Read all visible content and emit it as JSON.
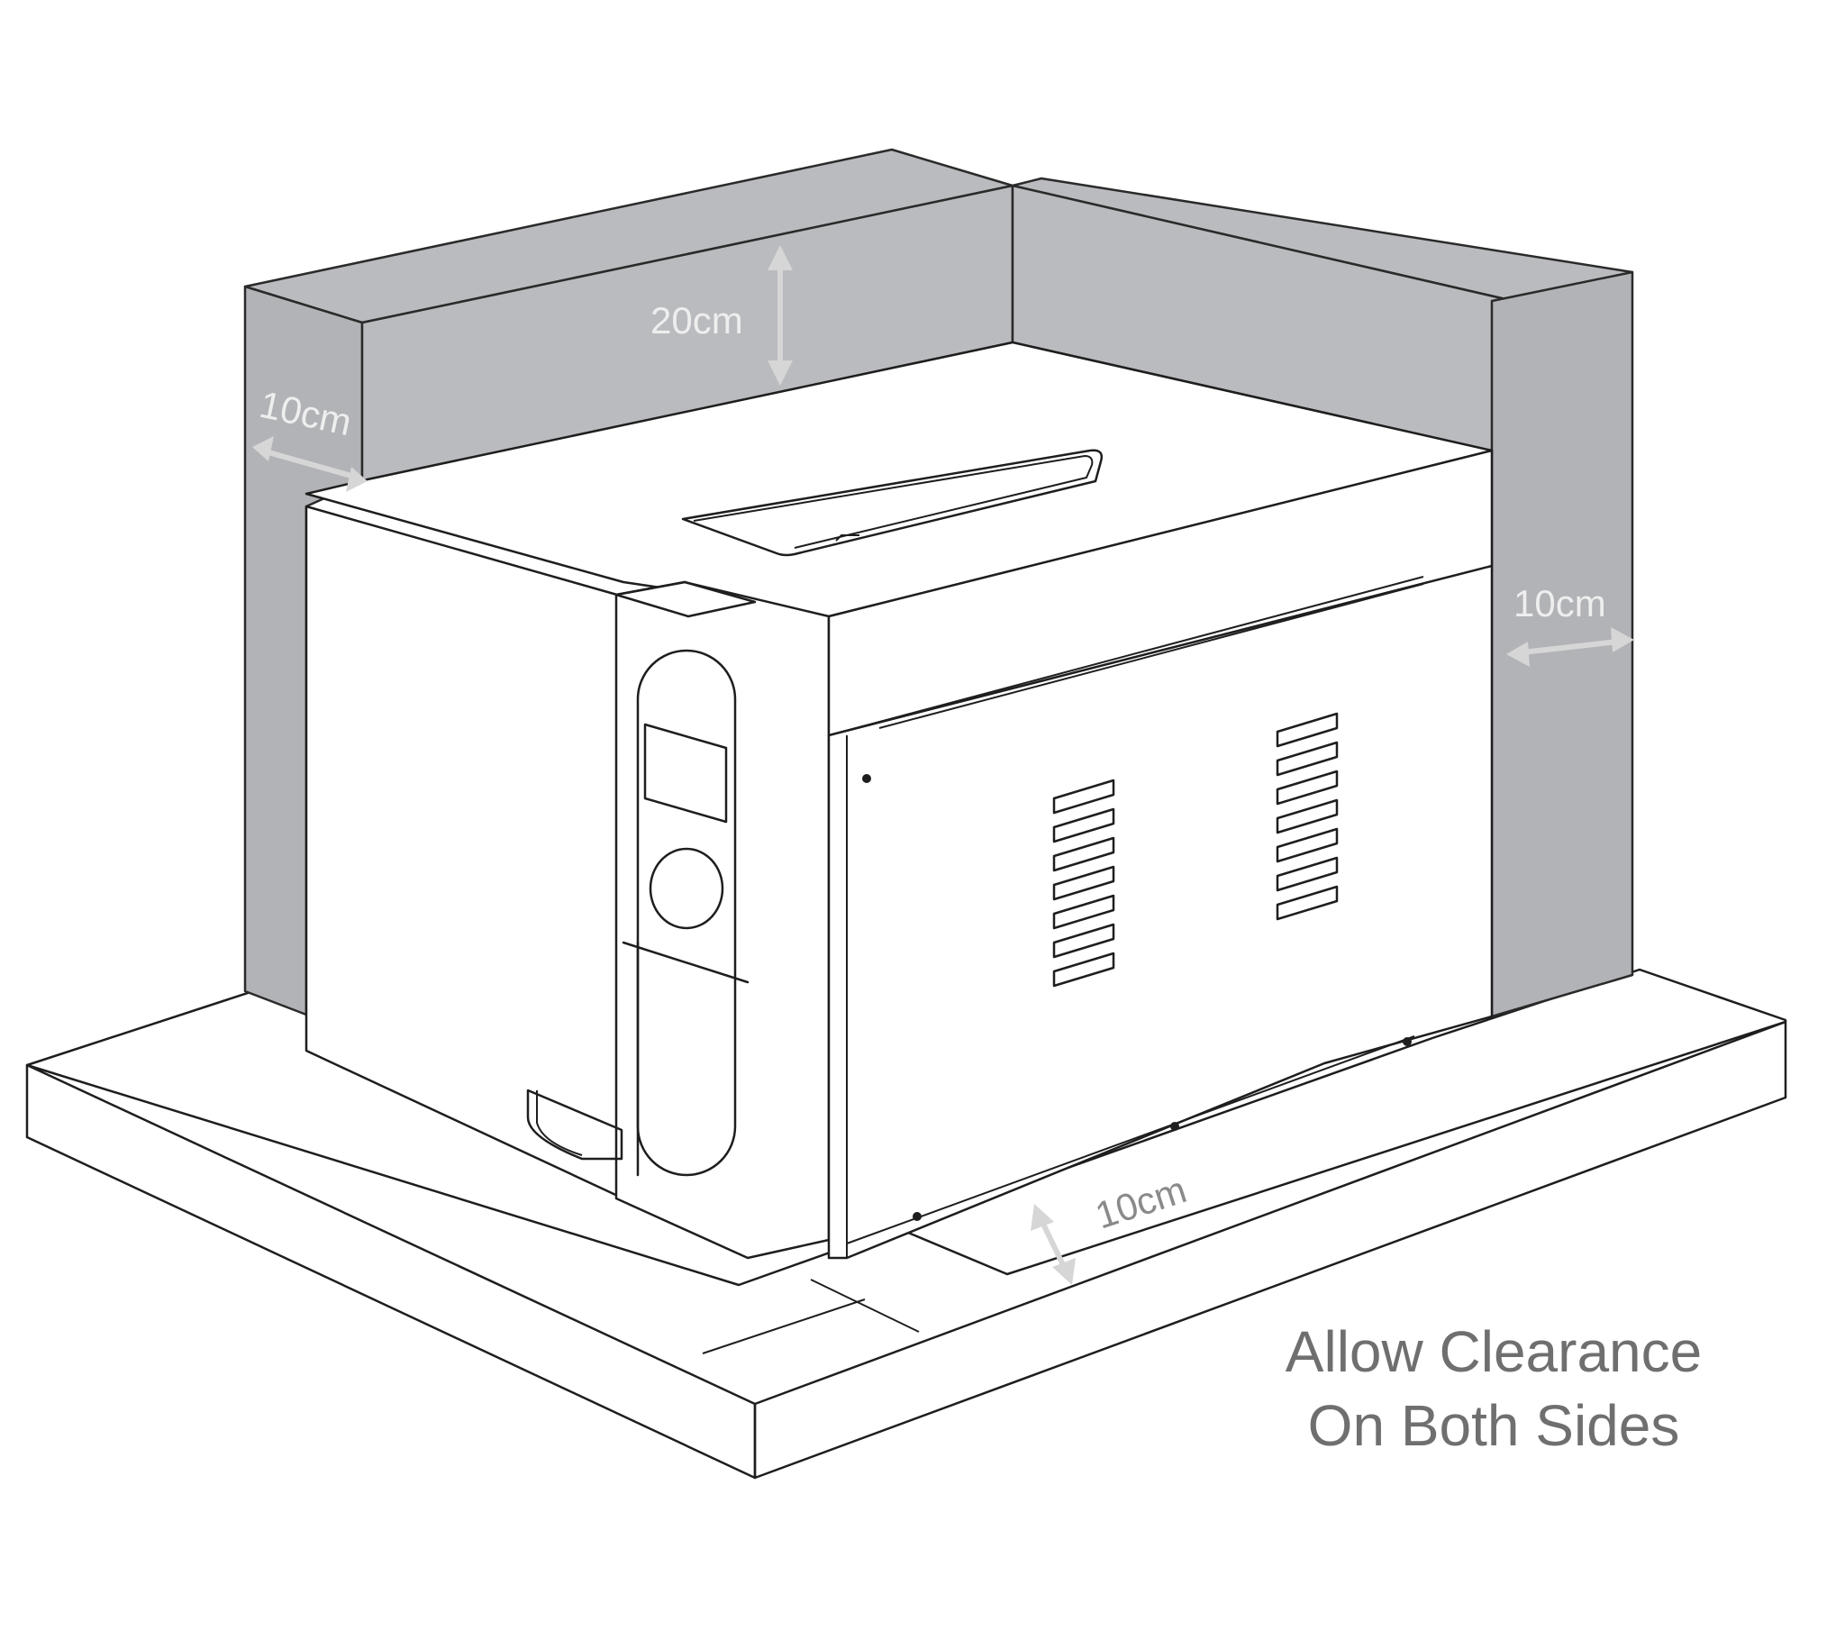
{
  "labels": {
    "top_clearance": "20cm",
    "left_clearance": "10cm",
    "right_clearance": "10cm",
    "front_clearance": "10cm"
  },
  "caption": {
    "line1": "Allow Clearance",
    "line2": "On Both Sides"
  },
  "colors": {
    "wall_fill": "#babbbf",
    "wall_dark": "#b2b3b7",
    "label_on_wall": "#eeeeee",
    "label_on_white": "#8a8a8a",
    "arrow": "#d6d6d6",
    "caption": "#6f6f6f"
  }
}
